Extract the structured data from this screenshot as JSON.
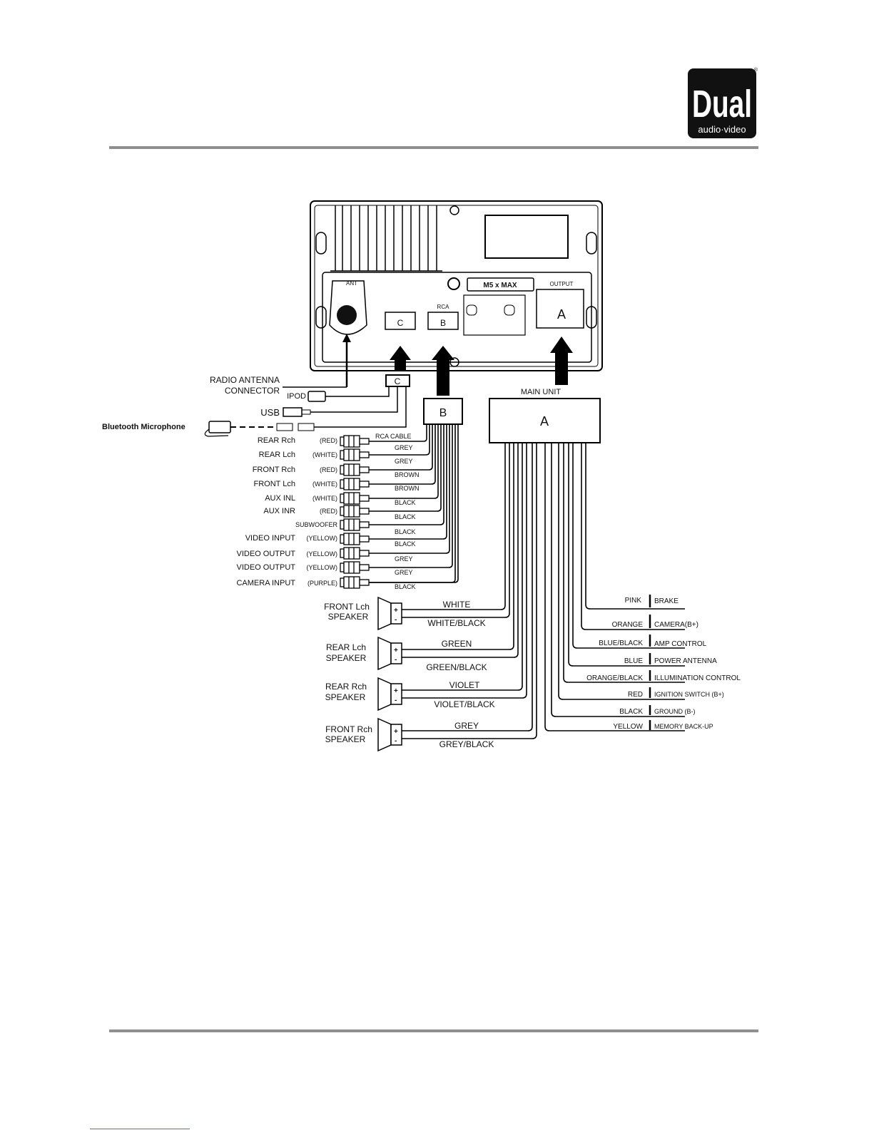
{
  "brand": {
    "logo_main": "Dual",
    "logo_sub": "audio·video",
    "registered": "®"
  },
  "unit": {
    "ant_label": "ANT",
    "rca_label": "RCA",
    "output_label": "OUTPUT",
    "screw_label": "M5 x MAX",
    "port_c": "C",
    "port_b": "B",
    "port_a": "A"
  },
  "harness_c": {
    "box": "C",
    "radio_antenna_line1": "RADIO ANTENNA",
    "radio_antenna_line2": "CONNECTOR",
    "ipod": "IPOD",
    "usb": "USB",
    "bt_mic": "Bluetooth Microphone"
  },
  "harness_b": {
    "box": "B",
    "rca_cable": "RCA CABLE",
    "rows": [
      {
        "name": "REAR Rch",
        "color": "(RED)",
        "wire": "GREY"
      },
      {
        "name": "REAR Lch",
        "color": "(WHITE)",
        "wire": "GREY"
      },
      {
        "name": "FRONT Rch",
        "color": "(RED)",
        "wire": "BROWN"
      },
      {
        "name": "FRONT Lch",
        "color": "(WHITE)",
        "wire": "BROWN"
      },
      {
        "name": "AUX INL",
        "color": "(WHITE)",
        "wire": "BLACK"
      },
      {
        "name": "AUX INR",
        "color": "(RED)",
        "wire": "BLACK"
      },
      {
        "name": "SUBWOOFER",
        "color": "",
        "wire": "BLACK"
      },
      {
        "name": "VIDEO INPUT",
        "color": "(YELLOW)",
        "wire": "BLACK"
      },
      {
        "name": "VIDEO OUTPUT",
        "color": "(YELLOW)",
        "wire": "GREY"
      },
      {
        "name": "VIDEO OUTPUT",
        "color": "(YELLOW)",
        "wire": "GREY"
      },
      {
        "name": "CAMERA INPUT",
        "color": "(PURPLE)",
        "wire": "BLACK"
      }
    ]
  },
  "harness_a": {
    "box": "A",
    "main_unit": "MAIN UNIT",
    "speakers": [
      {
        "line1": "FRONT Lch",
        "line2": "SPEAKER",
        "pos": "WHITE",
        "neg": "WHITE/BLACK"
      },
      {
        "line1": "REAR Lch",
        "line2": "SPEAKER",
        "pos": "GREEN",
        "neg": "GREEN/BLACK"
      },
      {
        "line1": "REAR Rch",
        "line2": "SPEAKER",
        "pos": "VIOLET",
        "neg": "VIOLET/BLACK"
      },
      {
        "line1": "FRONT Rch",
        "line2": "SPEAKER",
        "pos": "GREY",
        "neg": "GREY/BLACK"
      }
    ],
    "plus": "+",
    "minus": "-",
    "power": [
      {
        "color": "PINK",
        "func": "BRAKE"
      },
      {
        "color": "ORANGE",
        "func": "CAMERA(B+)"
      },
      {
        "color": "BLUE/BLACK",
        "func": "AMP CONTROL"
      },
      {
        "color": "BLUE",
        "func": "POWER ANTENNA"
      },
      {
        "color": "ORANGE/BLACK",
        "func": "ILLUMINATION CONTROL"
      },
      {
        "color": "RED",
        "func": "IGNITION SWITCH (B+)"
      },
      {
        "color": "BLACK",
        "func": "GROUND (B-)"
      },
      {
        "color": "YELLOW",
        "func": "MEMORY BACK-UP"
      }
    ]
  }
}
